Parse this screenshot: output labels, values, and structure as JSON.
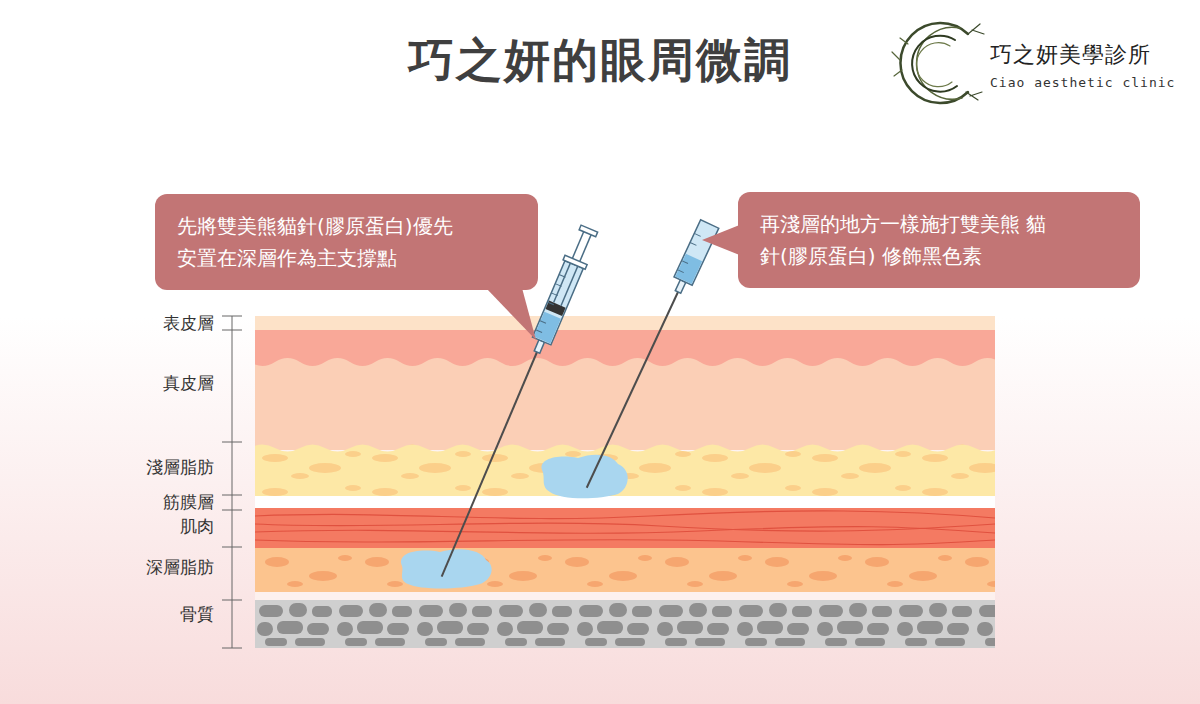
{
  "diagram": {
    "title": "巧之妍的眼周微調",
    "nodes": [
      {
        "text": [
          "先將雙美熊貓針(膠原蛋白)優先 安置在深層作為主支撐點"
        ]
      },
      {
        "text": [
          "再淺層的地方一樣施打雙美熊 貓針(膠原蛋白) 修飾黑色素"
        ]
      }
    ],
    "labels": [
      "表皮層",
      "真皮層",
      "淺層脂肪",
      "筋膜層",
      "肌肉",
      "深層脂肪",
      "骨質",
      "巧之妍美學診所",
      "Ciao aesthetic clinic"
    ]
  }
}
